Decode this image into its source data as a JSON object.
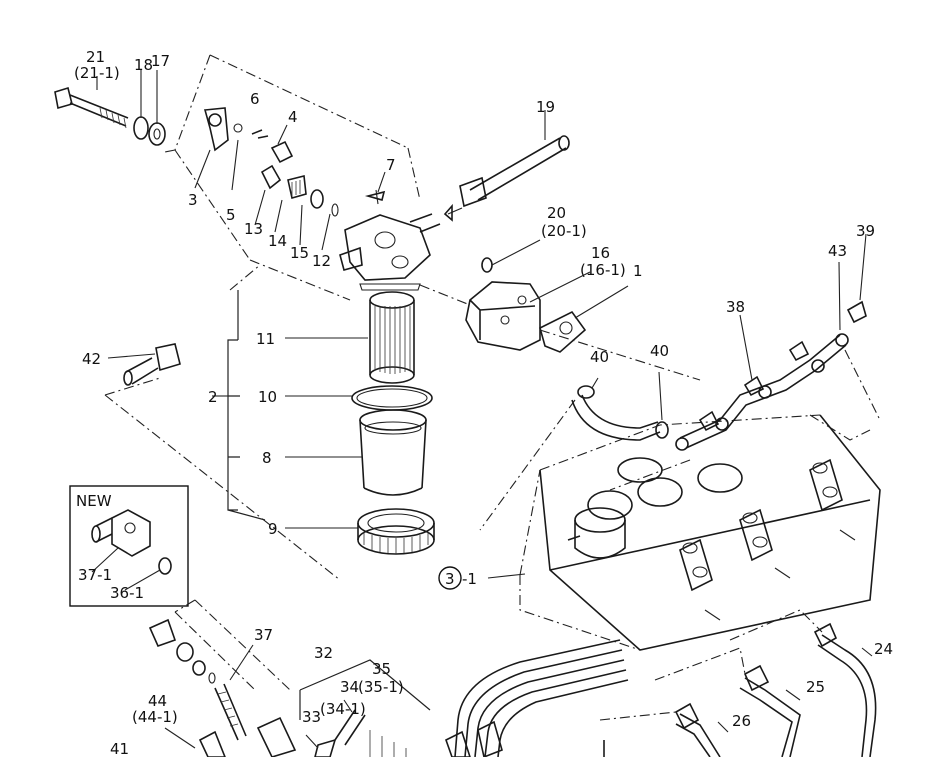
{
  "labels": {
    "p21": "21",
    "p21_1": "(21-1)",
    "p18": "18",
    "p17": "17",
    "p6": "6",
    "p4": "4",
    "p7": "7",
    "p3": "3",
    "p5": "5",
    "p13": "13",
    "p14": "14",
    "p15": "15",
    "p12": "12",
    "p19": "19",
    "p20": "20",
    "p20_1": "(20-1)",
    "p16": "16",
    "p16_1": "(16-1)",
    "p1": "1",
    "p43": "43",
    "p39": "39",
    "p38": "38",
    "p40a": "40",
    "p40b": "40",
    "p42": "42",
    "p11": "11",
    "p2": "2",
    "p10": "10",
    "p8": "8",
    "p9": "9",
    "new": "NEW",
    "p37_1": "37-1",
    "p36_1": "36-1",
    "p3_1_circ": "3",
    "p3_1_suffix": "-1",
    "p37": "37",
    "p32": "32",
    "p35": "35",
    "p34": "34",
    "p35_1": "(35-1)",
    "p33": "33",
    "p34_1": "(34-1)",
    "p44": "44",
    "p44_1": "(44-1)",
    "p41": "41",
    "p24": "24",
    "p25": "25",
    "p26": "26"
  }
}
